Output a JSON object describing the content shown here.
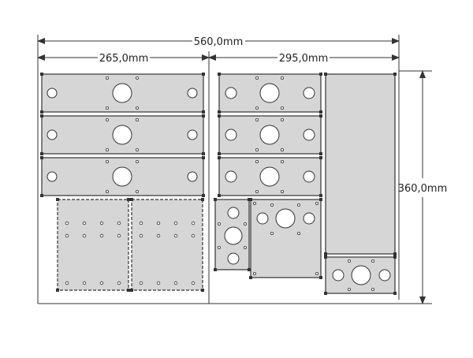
{
  "dimensions": {
    "overall_width": "560,0mm",
    "left_width": "265,0mm",
    "right_width": "295,0mm",
    "overall_height": "360,0mm"
  },
  "colors": {
    "panel_fill": "#d6d6d6",
    "panel_stroke": "#333333",
    "dim_line": "#333333",
    "hole_fill": "#ffffff"
  }
}
